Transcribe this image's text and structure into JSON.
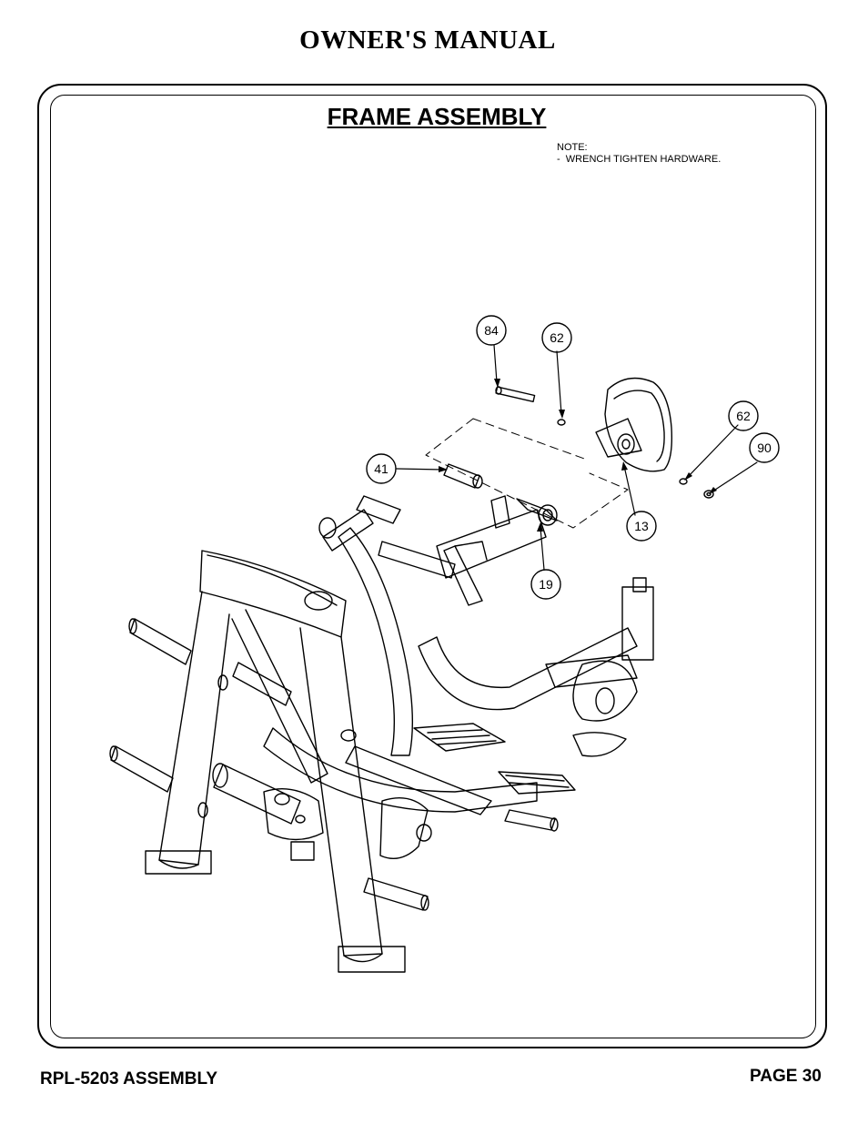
{
  "header": {
    "title": "OWNER'S MANUAL"
  },
  "section": {
    "title": "FRAME ASSEMBLY"
  },
  "note": {
    "heading": "NOTE:",
    "line1": "-  WRENCH TIGHTEN HARDWARE."
  },
  "callouts": [
    {
      "id": "callout-84",
      "label": "84"
    },
    {
      "id": "callout-62-top",
      "label": "62"
    },
    {
      "id": "callout-62-right",
      "label": "62"
    },
    {
      "id": "callout-90",
      "label": "90"
    },
    {
      "id": "callout-41",
      "label": "41"
    },
    {
      "id": "callout-13",
      "label": "13"
    },
    {
      "id": "callout-19",
      "label": "19"
    }
  ],
  "footer": {
    "left": "RPL-5203 ASSEMBLY",
    "right": "PAGE 30"
  }
}
